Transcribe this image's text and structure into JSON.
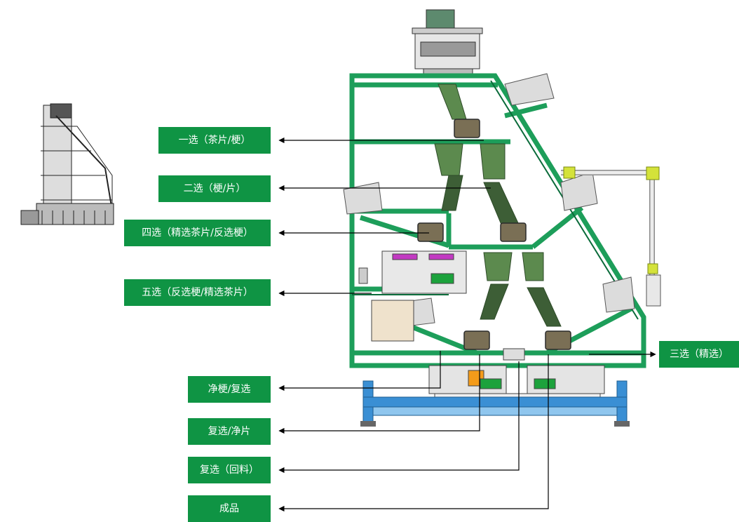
{
  "labels": {
    "select1": "一选（茶片/梗）",
    "select2": "二选（梗/片）",
    "select4": "四选（精选茶片/反选梗）",
    "select5": "五选（反选梗/精选茶片）",
    "select3": "三选（精选）",
    "clean_stem": "净梗/复选",
    "reselect_clean_piece": "复选/净片",
    "reselect_return": "复选（回料）",
    "product": "成品"
  },
  "colors": {
    "label_bg": "#0f9444",
    "frame": "#1d9e5a",
    "leg": "#3a8fd4",
    "chute": "#5c8a4e",
    "box": "#7a6f55",
    "pipe_yellow": "#d4e23a",
    "arrow": "#000000"
  },
  "icons": [
    "machine-thumbnail-icon",
    "camera-unit-icon",
    "sorter-module-icon",
    "arrow-left-icon",
    "arrow-right-icon"
  ]
}
